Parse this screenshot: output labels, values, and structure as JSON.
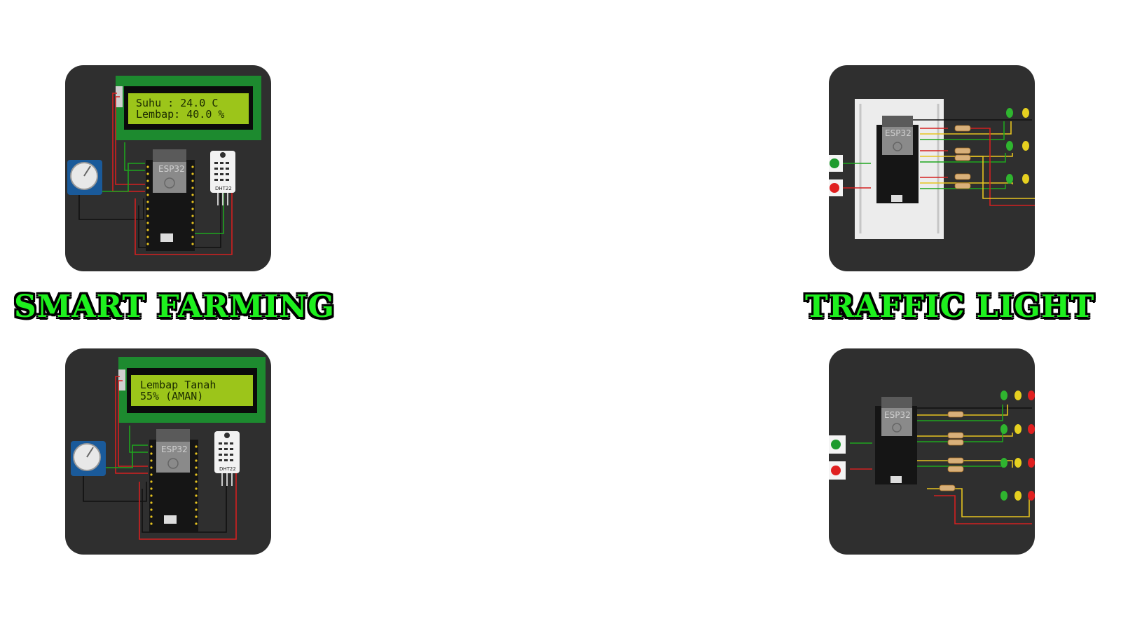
{
  "labels": {
    "left_title": "SMART FARMING",
    "right_title": "TRAFFIC LIGHT"
  },
  "tiles": {
    "farming_1": {
      "lcd_line1": "Suhu  : 24.0 C",
      "lcd_line2": "Lembap: 40.0 %",
      "board": "ESP32",
      "sensor": "DHT22"
    },
    "farming_2": {
      "lcd_line1": "Lembap Tanah",
      "lcd_line2": "55% (AMAN)",
      "board": "ESP32",
      "sensor": "DHT22"
    },
    "traffic_1": {
      "board": "ESP32"
    },
    "traffic_2": {
      "board": "ESP32"
    }
  },
  "colors": {
    "title_green": "#1ef01e",
    "tile_background": "#2f2f2f",
    "lcd_screen": "#9cc51a",
    "lcd_frame": "#1d8a2f"
  }
}
